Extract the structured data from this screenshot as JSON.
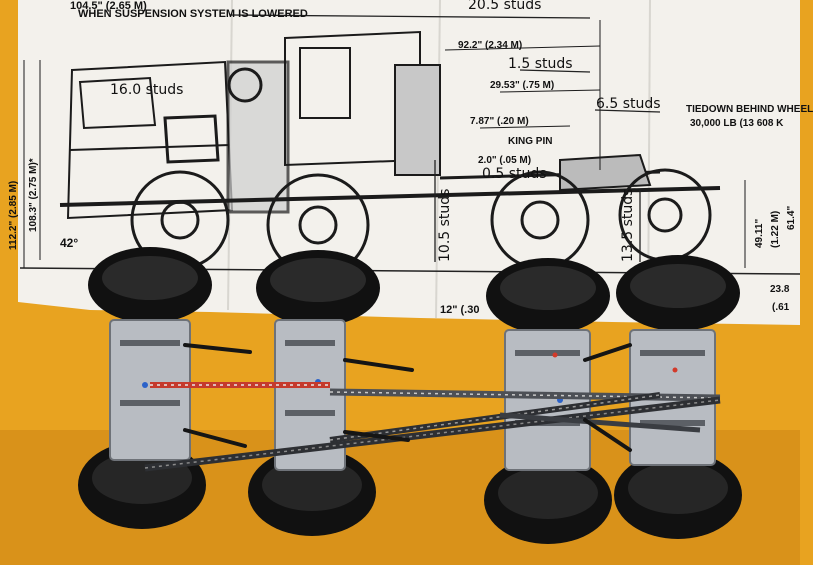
{
  "blueprint": {
    "header_caption": "WHEN SUSPENSION SYSTEM IS LOWERED",
    "header_top_partial": "104.5\" (2.65 M)",
    "dimensions": {
      "d_92": "92.2\" (2.34 M)",
      "d_29": "29.53\" (.75 M)",
      "d_7": "7.87\" (.20 M)",
      "kingpin": "KING PIN",
      "d_2": "2.0\" (.05 M)",
      "tiedown_1": "TIEDOWN BEHIND WHEEL",
      "tiedown_2": "30,000 LB (13 608 K",
      "left_1": "112.2\" (2.85 M)",
      "left_2": "108.3\" (2.75 M)*",
      "angle": "42°",
      "right_1": "49.11\"",
      "right_2": "(1.22 M)",
      "right_3": "61.4\"",
      "bottom_right_1": "23.8",
      "bottom_right_2": "(.61",
      "bottom_12": "12\" (.30"
    }
  },
  "annotations": {
    "studs_16": "16.0 studs",
    "studs_20_5": "20.5 studs",
    "studs_1_5": "1.5 studs",
    "studs_6_5": "6.5 studs",
    "studs_0_5": "0.5 studs",
    "studs_10_5": "10.5 studs",
    "studs_13_5": "13.5 studs"
  },
  "colors": {
    "background": "#e8a320",
    "paper": "#f3f1ec",
    "tire": "#111111",
    "frame_gray": "#b8bcc2"
  }
}
